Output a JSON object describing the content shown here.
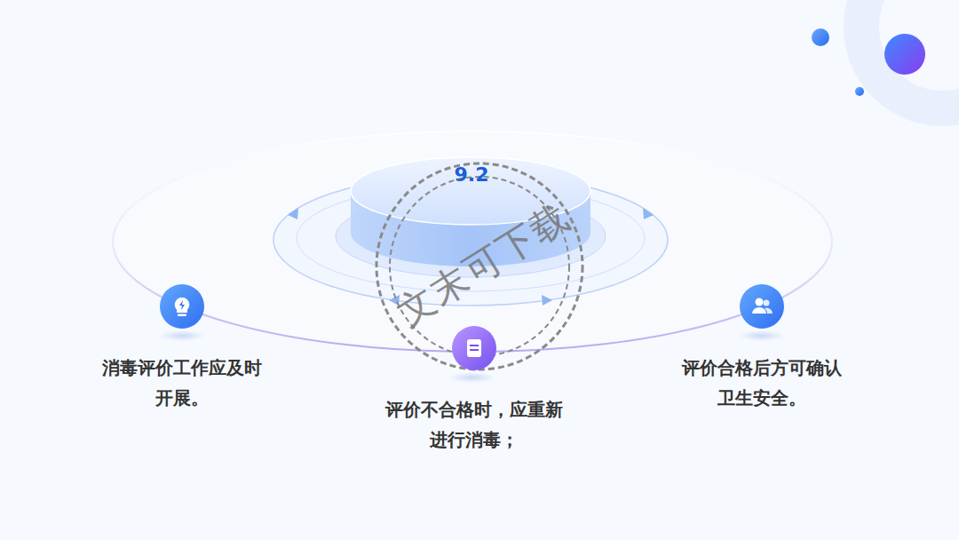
{
  "diagram": {
    "nodes": [
      {
        "text": [
          "9.2"
        ]
      },
      {
        "text": [
          "消毒评价工作应及时开展。"
        ]
      },
      {
        "text": [
          "评价不合格时，应重新进行消毒；"
        ]
      },
      {
        "text": [
          "评价合格后方可确认卫生安全。"
        ]
      }
    ],
    "labels": [
      "文末可下载"
    ]
  }
}
